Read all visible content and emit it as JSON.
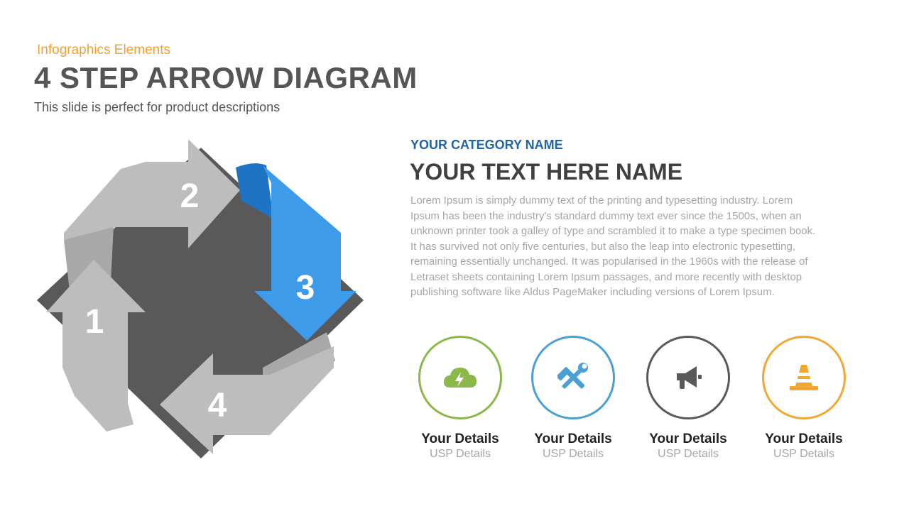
{
  "header": {
    "kicker": "Infographics Elements",
    "title": "4 STEP ARROW DIAGRAM",
    "tagline": "This slide is perfect for product descriptions"
  },
  "diagram": {
    "steps": [
      {
        "number": "1"
      },
      {
        "number": "2"
      },
      {
        "number": "3"
      },
      {
        "number": "4"
      }
    ],
    "colors": {
      "dark": "#595959",
      "light": "#bdbdbd",
      "accent": "#3d9be9",
      "accent_dark": "#1f73c4"
    }
  },
  "content": {
    "category": "YOUR CATEGORY NAME",
    "heading": "YOUR TEXT HERE NAME",
    "paragraph": "Lorem Ipsum is simply dummy text of the printing and typesetting industry. Lorem Ipsum has been the industry's standard dummy text ever since the 1500s, when an unknown printer took a galley of type and scrambled it to make a type specimen book. It has survived not only five centuries, but also the leap into electronic typesetting, remaining essentially unchanged. It was popularised in the 1960s with the release of Letraset sheets containing Lorem Ipsum passages, and more recently with desktop publishing software like Aldus PageMaker including versions of Lorem Ipsum."
  },
  "features": [
    {
      "icon": "cloud-lightning-icon",
      "color": "#8ab84a",
      "title": "Your Details",
      "subtitle": "USP Details"
    },
    {
      "icon": "hammer-wrench-icon",
      "color": "#4a9fd4",
      "title": "Your Details",
      "subtitle": "USP Details"
    },
    {
      "icon": "megaphone-icon",
      "color": "#595959",
      "title": "Your Details",
      "subtitle": "USP Details"
    },
    {
      "icon": "traffic-cone-icon",
      "color": "#f0a833",
      "title": "Your Details",
      "subtitle": "USP Details"
    }
  ]
}
